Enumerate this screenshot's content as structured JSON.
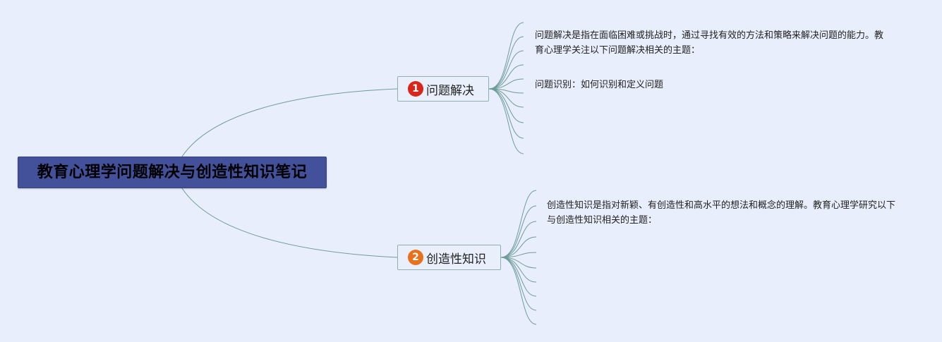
{
  "root": {
    "title": "教育心理学问题解决与创造性知识笔记"
  },
  "topics": [
    {
      "badge": "1",
      "badge_color": "#d8261b",
      "label": "问题解决",
      "description": "问题解决是指在面临困难或挑战时，通过寻找有效的方法和策略来解决问题的能力。教育心理学关注以下问题解决相关的主题：",
      "subtopics": [
        "问题识别：如何识别和定义问题"
      ]
    },
    {
      "badge": "2",
      "badge_color": "#e8721c",
      "label": "创造性知识",
      "description": "创造性知识是指对新颖、有创造性和高水平的想法和概念的理解。教育心理学研究以下与创造性知识相关的主题：",
      "subtopics": []
    }
  ],
  "colors": {
    "background": "#e8eefb",
    "root_fill": "#43519a",
    "topic_border": "#8fb0b1",
    "connector": "#6f9c9a"
  }
}
